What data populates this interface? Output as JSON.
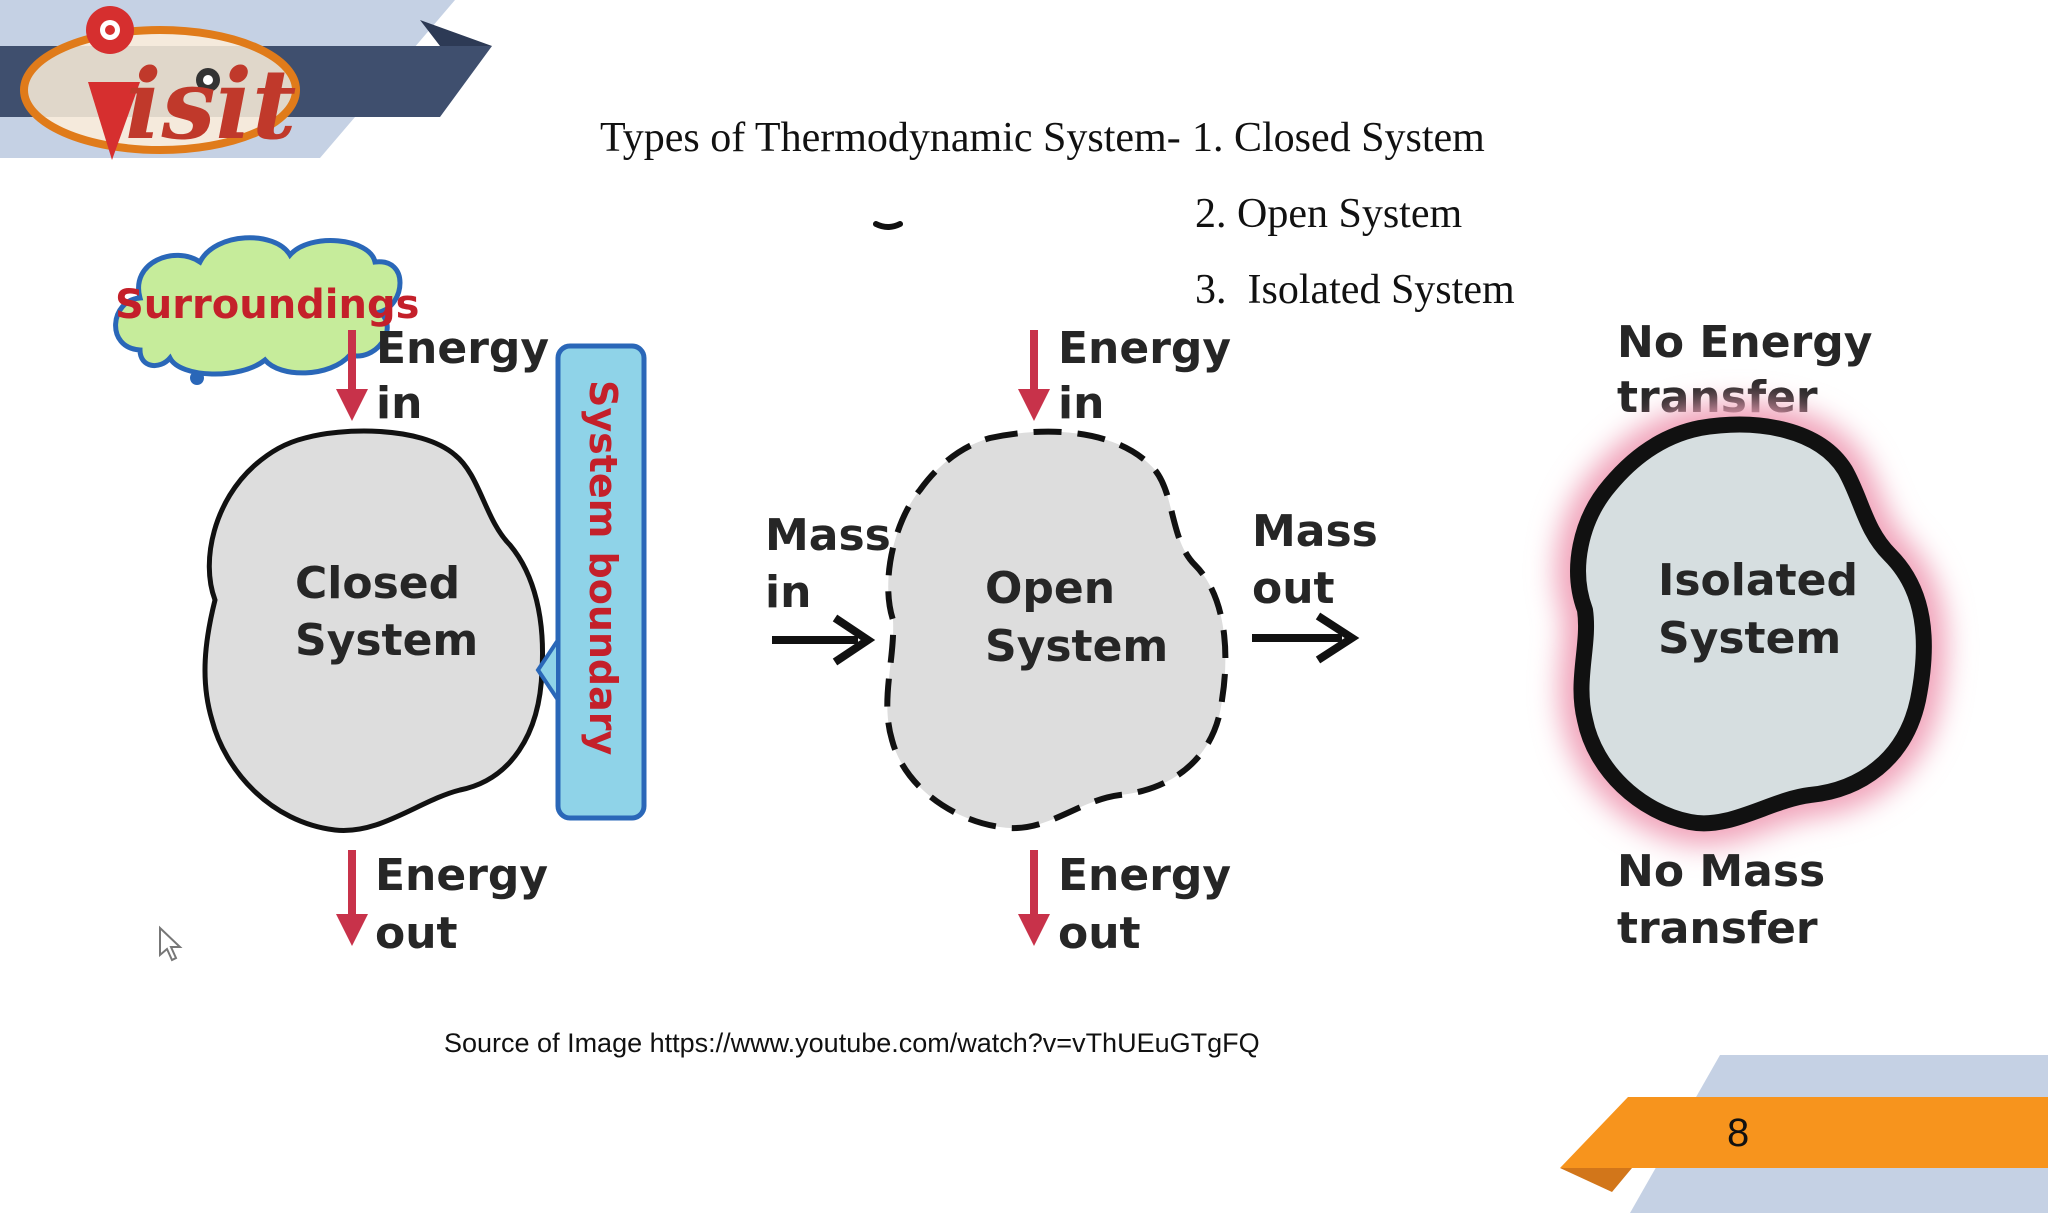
{
  "slide": {
    "logo_text": "isit",
    "heading": "Types of Thermodynamic System-",
    "types": [
      "1. Closed System",
      "2. Open System",
      "3.  Isolated System"
    ],
    "source": "Source of Image https://www.youtube.com/watch?v=vThUEuGTgFQ",
    "page_number": "8"
  },
  "diagram": {
    "closed": {
      "surroundings": "Surroundings",
      "energy_in": [
        "Energy",
        "in"
      ],
      "name": [
        "Closed",
        "System"
      ],
      "boundary": "System boundary",
      "energy_out": [
        "Energy",
        "out"
      ]
    },
    "open": {
      "energy_in": [
        "Energy",
        "in"
      ],
      "mass_in": [
        "Mass",
        "in"
      ],
      "name": [
        "Open",
        "System"
      ],
      "mass_out": [
        "Mass",
        "out"
      ],
      "energy_out": [
        "Energy",
        "out"
      ]
    },
    "isolated": {
      "no_energy": [
        "No Energy",
        "transfer"
      ],
      "name": [
        "Isolated",
        "System"
      ],
      "no_mass": [
        "No Mass",
        "transfer"
      ]
    }
  },
  "colors": {
    "navy": "#3f4f6e",
    "light_blue": "#c5d1e4",
    "orange": "#f7941d",
    "dark_orange": "#d2761a",
    "arrow_red": "#c8324a",
    "blob_fill": "#dddddd",
    "isolated_fill": "#d6dee0",
    "glow_pink": "#f0a0b8",
    "cloud_green": "#c6ec9b",
    "boundary_fill": "#8fd3e8"
  }
}
